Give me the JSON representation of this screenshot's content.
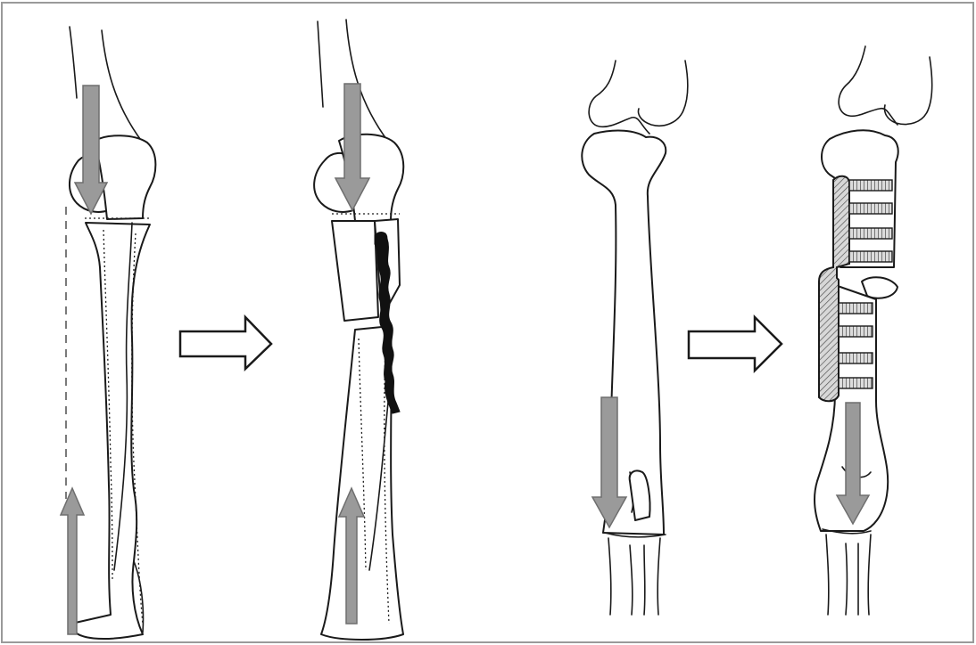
{
  "figure": {
    "panels": [
      {
        "id": "panel-1",
        "description_icon": "forearm-bones-icon"
      },
      {
        "id": "panel-2",
        "description_icon": "forearm-plated-icon"
      },
      {
        "id": "panel-3",
        "description_icon": "leg-bone-icon"
      },
      {
        "id": "panel-4",
        "description_icon": "leg-plated-icon"
      }
    ],
    "colors": {
      "border": "#9a9a9a",
      "bone_outline": "#1a1a1a",
      "force_arrow": "#9a9a9a",
      "plate_black": "#111111",
      "plate_hatched": "#bdbdbd"
    }
  }
}
